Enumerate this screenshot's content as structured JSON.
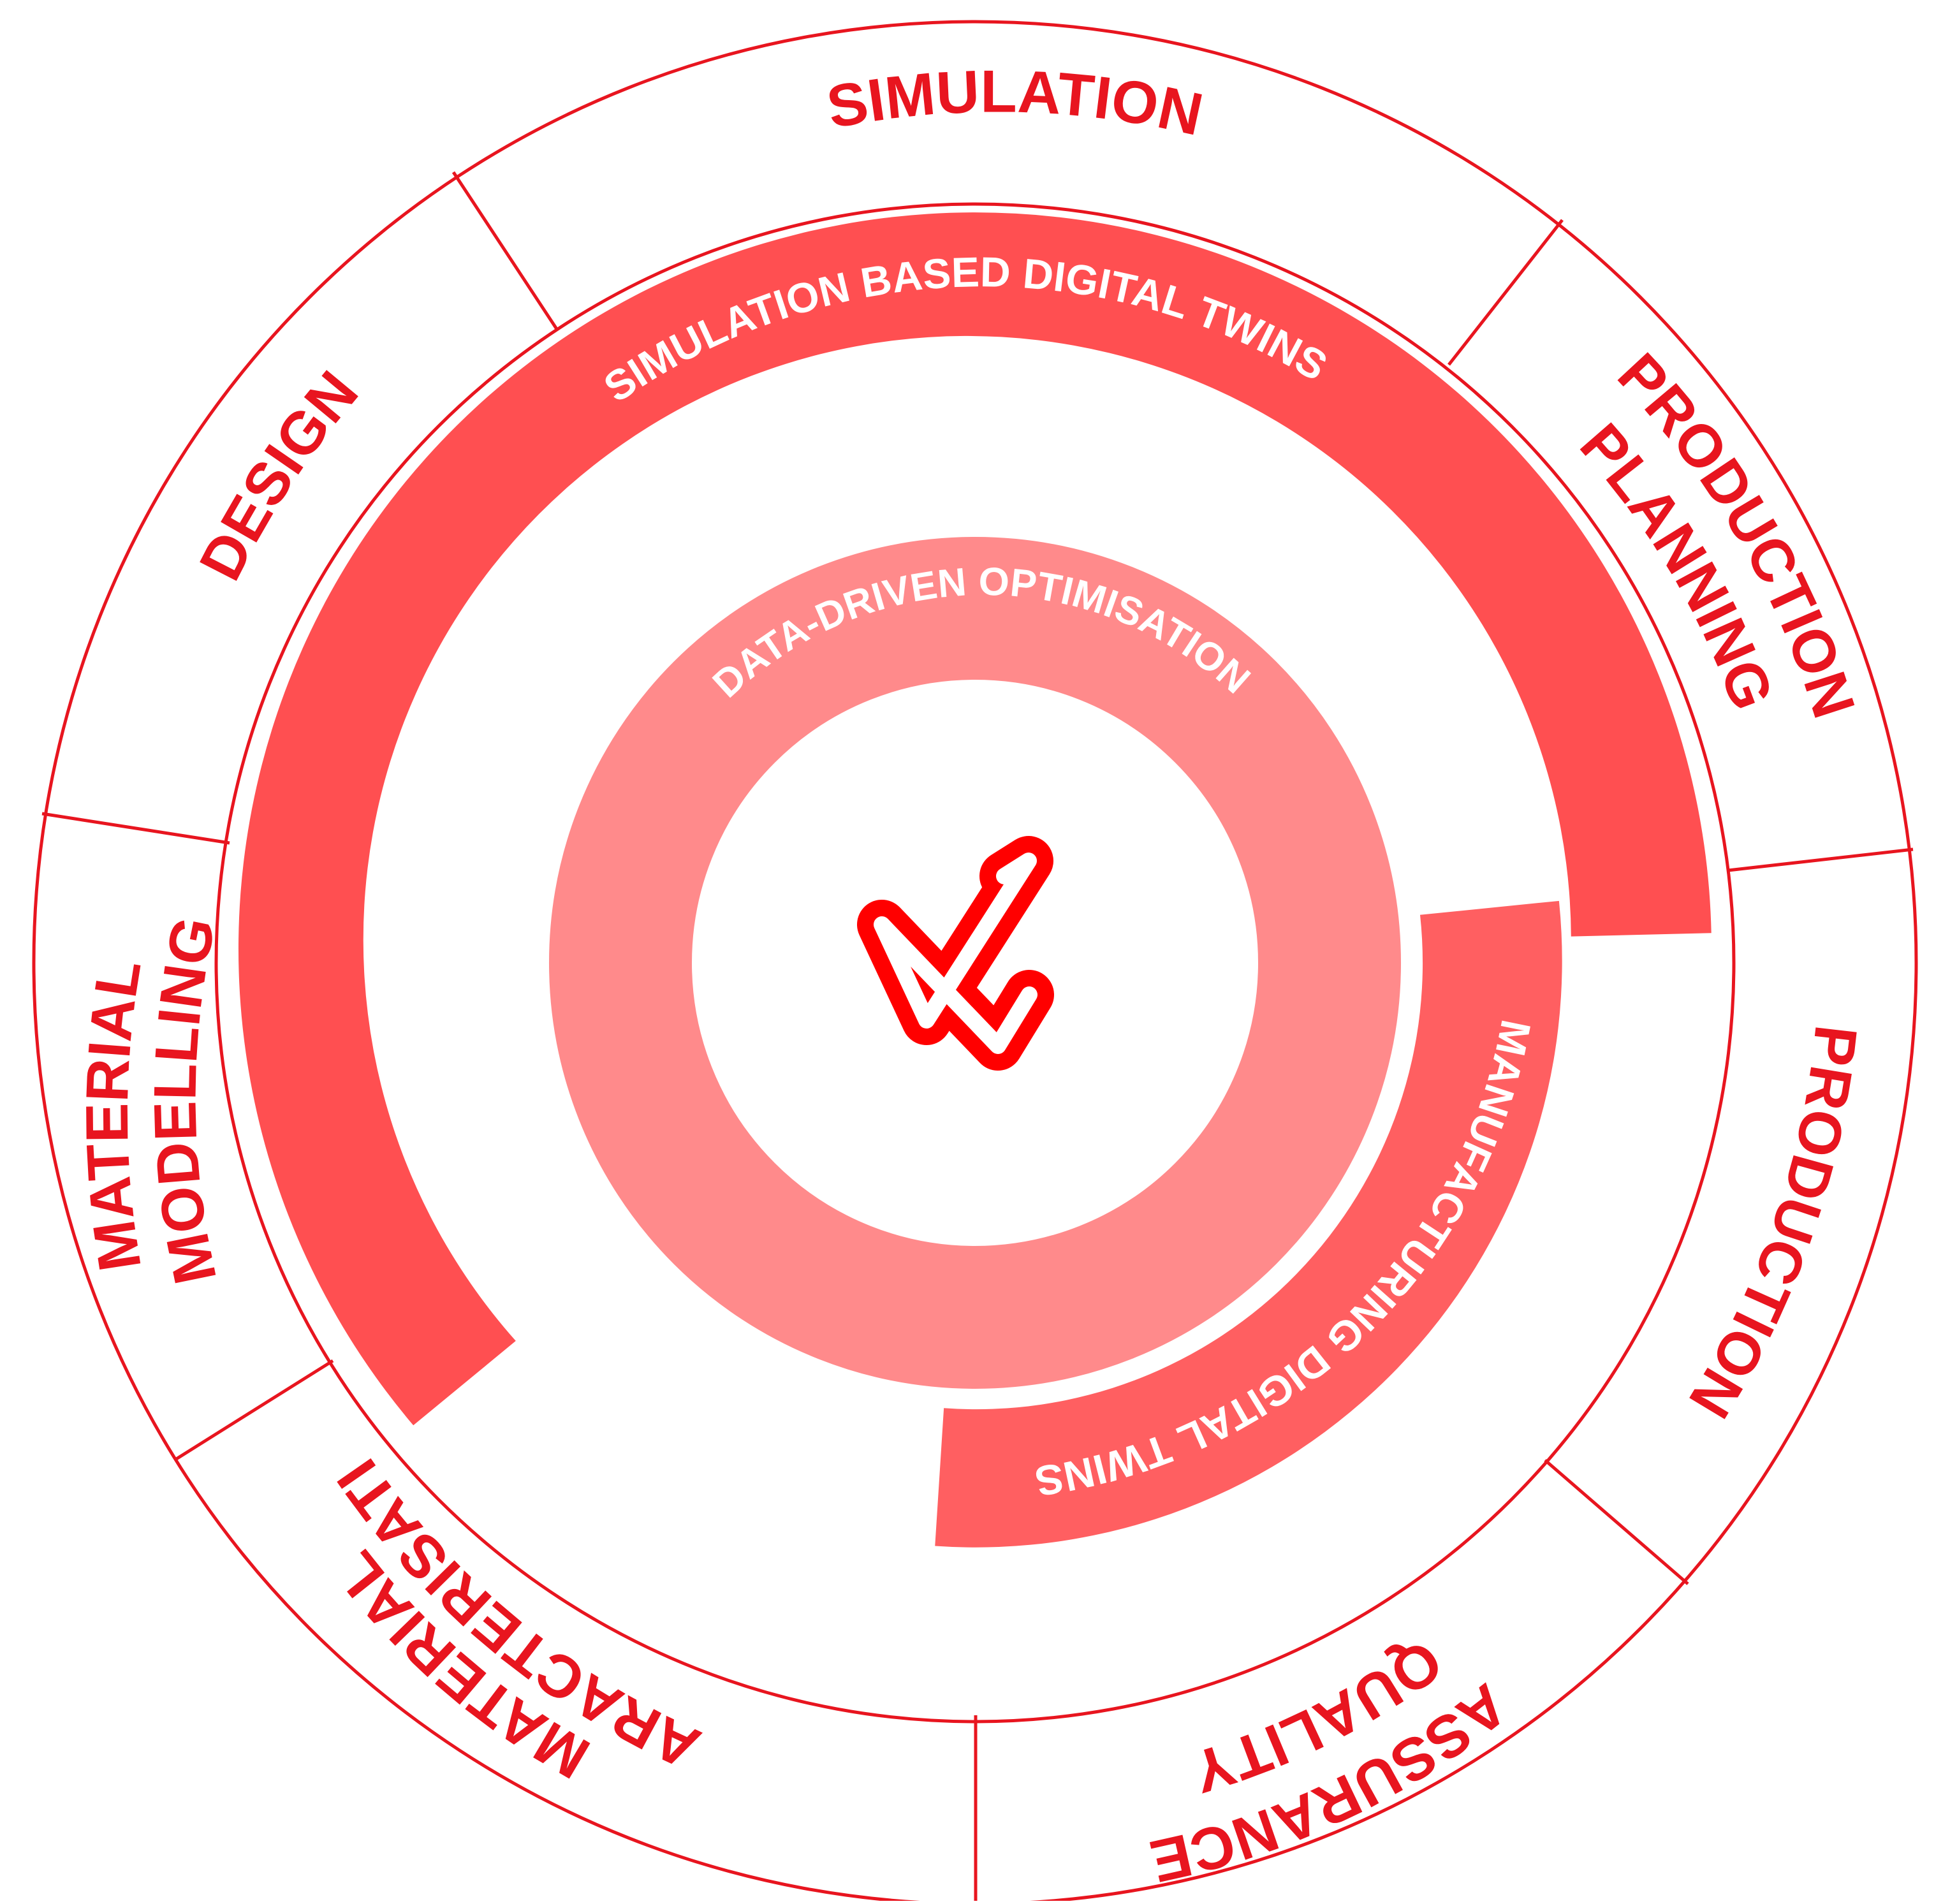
{
  "colors": {
    "outline": "#e8151f",
    "label_red": "#e8151f",
    "band_simulation": "#ff4f51",
    "band_manufacturing": "#ff5f61",
    "ring_data": "#ff8a8b",
    "band_text": "#ffffff",
    "logo": "#ff0000"
  },
  "outer_ring": {
    "segments": [
      {
        "id": "simulation",
        "lines": [
          "SIMULATION"
        ]
      },
      {
        "id": "production-planning",
        "lines": [
          "PRODUCTION",
          "PLANNING"
        ]
      },
      {
        "id": "production",
        "lines": [
          "PRODUCTION"
        ]
      },
      {
        "id": "quality-assurance",
        "lines": [
          "QUALITY",
          "ASSURANCE"
        ]
      },
      {
        "id": "material-characterisation",
        "lines": [
          "MATERIAL",
          "CHARACTERISATION"
        ]
      },
      {
        "id": "material-modelling",
        "lines": [
          "MATERIAL",
          "MODELLING"
        ]
      },
      {
        "id": "design",
        "lines": [
          "DESIGN"
        ]
      }
    ]
  },
  "bands": {
    "simulation_based": "SIMULATION BASED DIGITAL TWINS",
    "manufacturing": "MANUFACTURING DIGITAL TWINS",
    "data_driven": "DATA-DRIVEN OPTIMISATION"
  },
  "logo": {
    "icon": "triangular-knot-logo-icon"
  }
}
